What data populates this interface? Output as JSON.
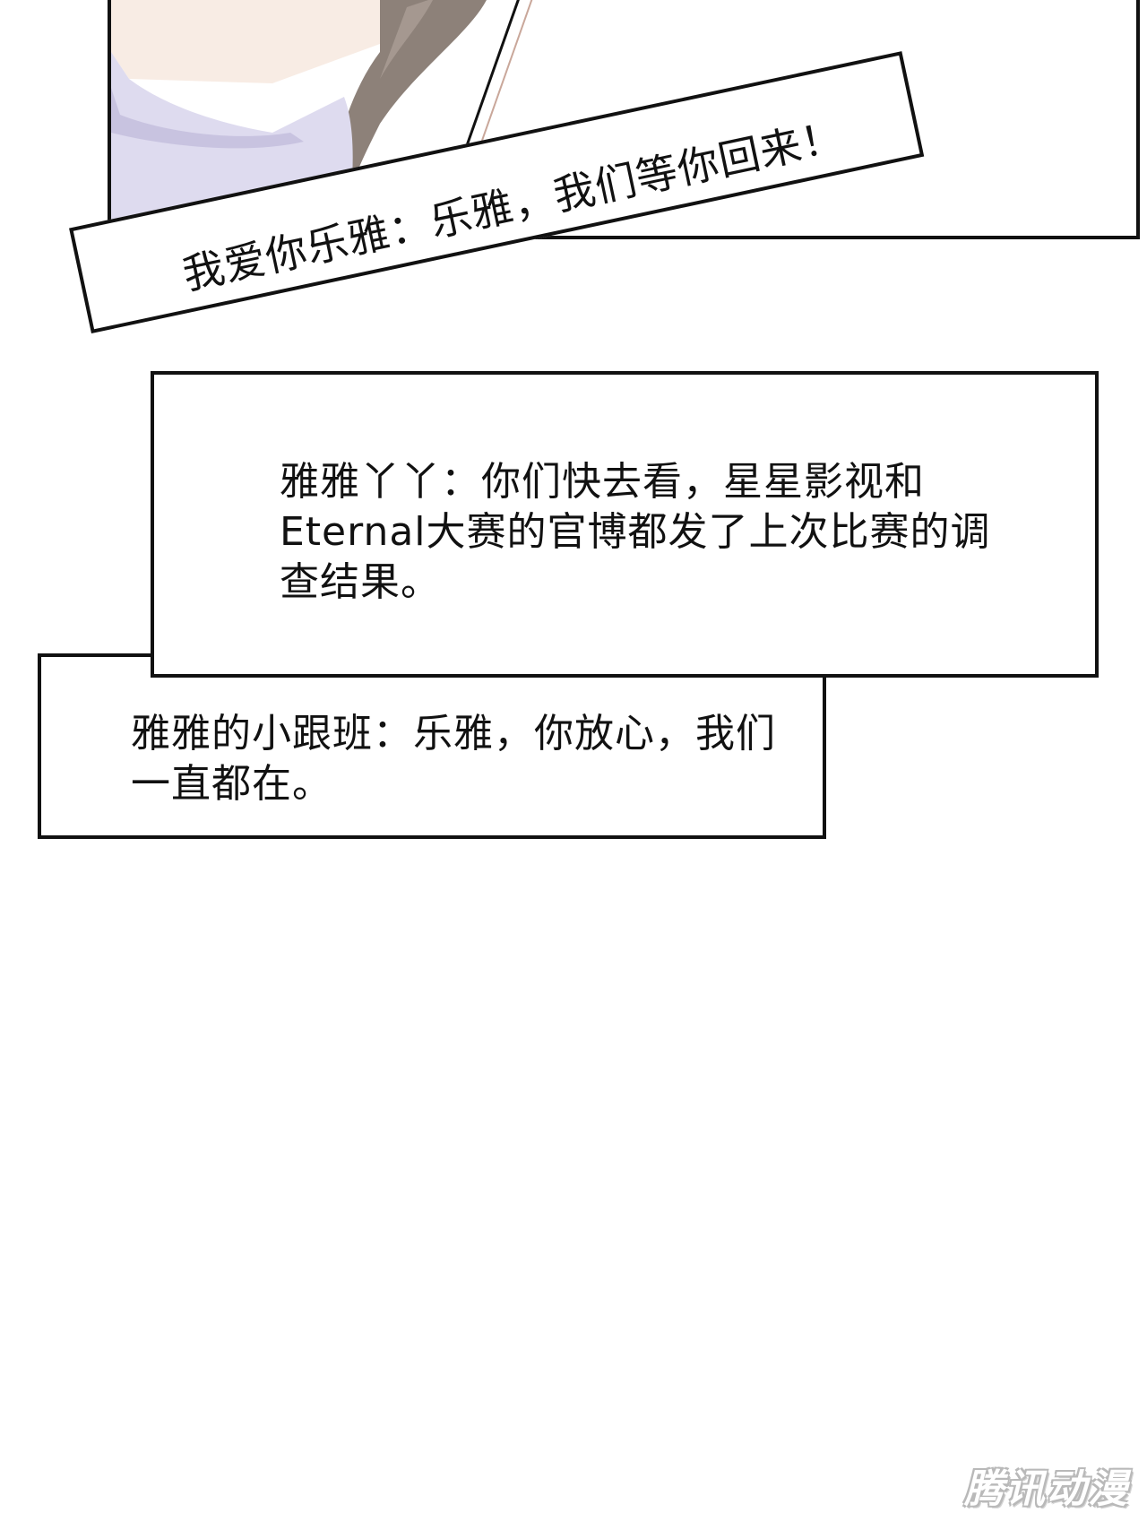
{
  "captions": {
    "slanted": "我爱你乐雅：乐雅，我们等你回来！",
    "middle": "雅雅丫丫：你们快去看，星星影视和Eternal大赛的官博都发了上次比赛的调查结果。",
    "bottom": "雅雅的小跟班：乐雅，你放心，我们一直都在。"
  },
  "watermark": "腾讯动漫",
  "colors": {
    "border": "#111111",
    "background": "#ffffff",
    "hair": "#8a7f78",
    "clothing": "#d9d6ec",
    "skin": "#f6e6dc"
  }
}
